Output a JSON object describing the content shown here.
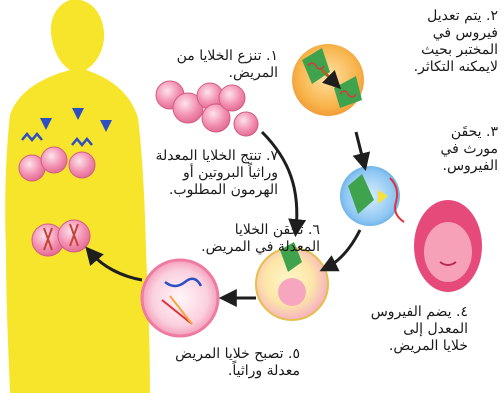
{
  "steps": {
    "s1": "١. تنزع الخلايا من المريض.",
    "s2": "٢. يتم تعديل\nفيروس في\nالمختبر بحيث\nلايمكنه التكاثر.",
    "s3": "٣. يحقَن\nمورث في\nالفيروس.",
    "s4": "٤. يضم الفيروس\nالمعدل إلى\nخلايا المريض.",
    "s5": "٥. تصبح خلايا المريض\nمعدلة وراثياً.",
    "s6": "٦. تحقن الخلايا\nالمعدلة في المريض.",
    "s7": "٧. تنتج الخلايا المعدلة\nوراثياً البروتين أو\nالهرمون المطلوب."
  },
  "colors": {
    "body": "#f7e52b",
    "cell_pink": "#f28fb0",
    "cell_light": "#f8c6d8",
    "virus_orange": "#f6a53a",
    "virus_blue": "#5aa9e6",
    "green": "#3fa34d",
    "arrow": "#1e1e1e",
    "hair": "#e64a7a"
  }
}
